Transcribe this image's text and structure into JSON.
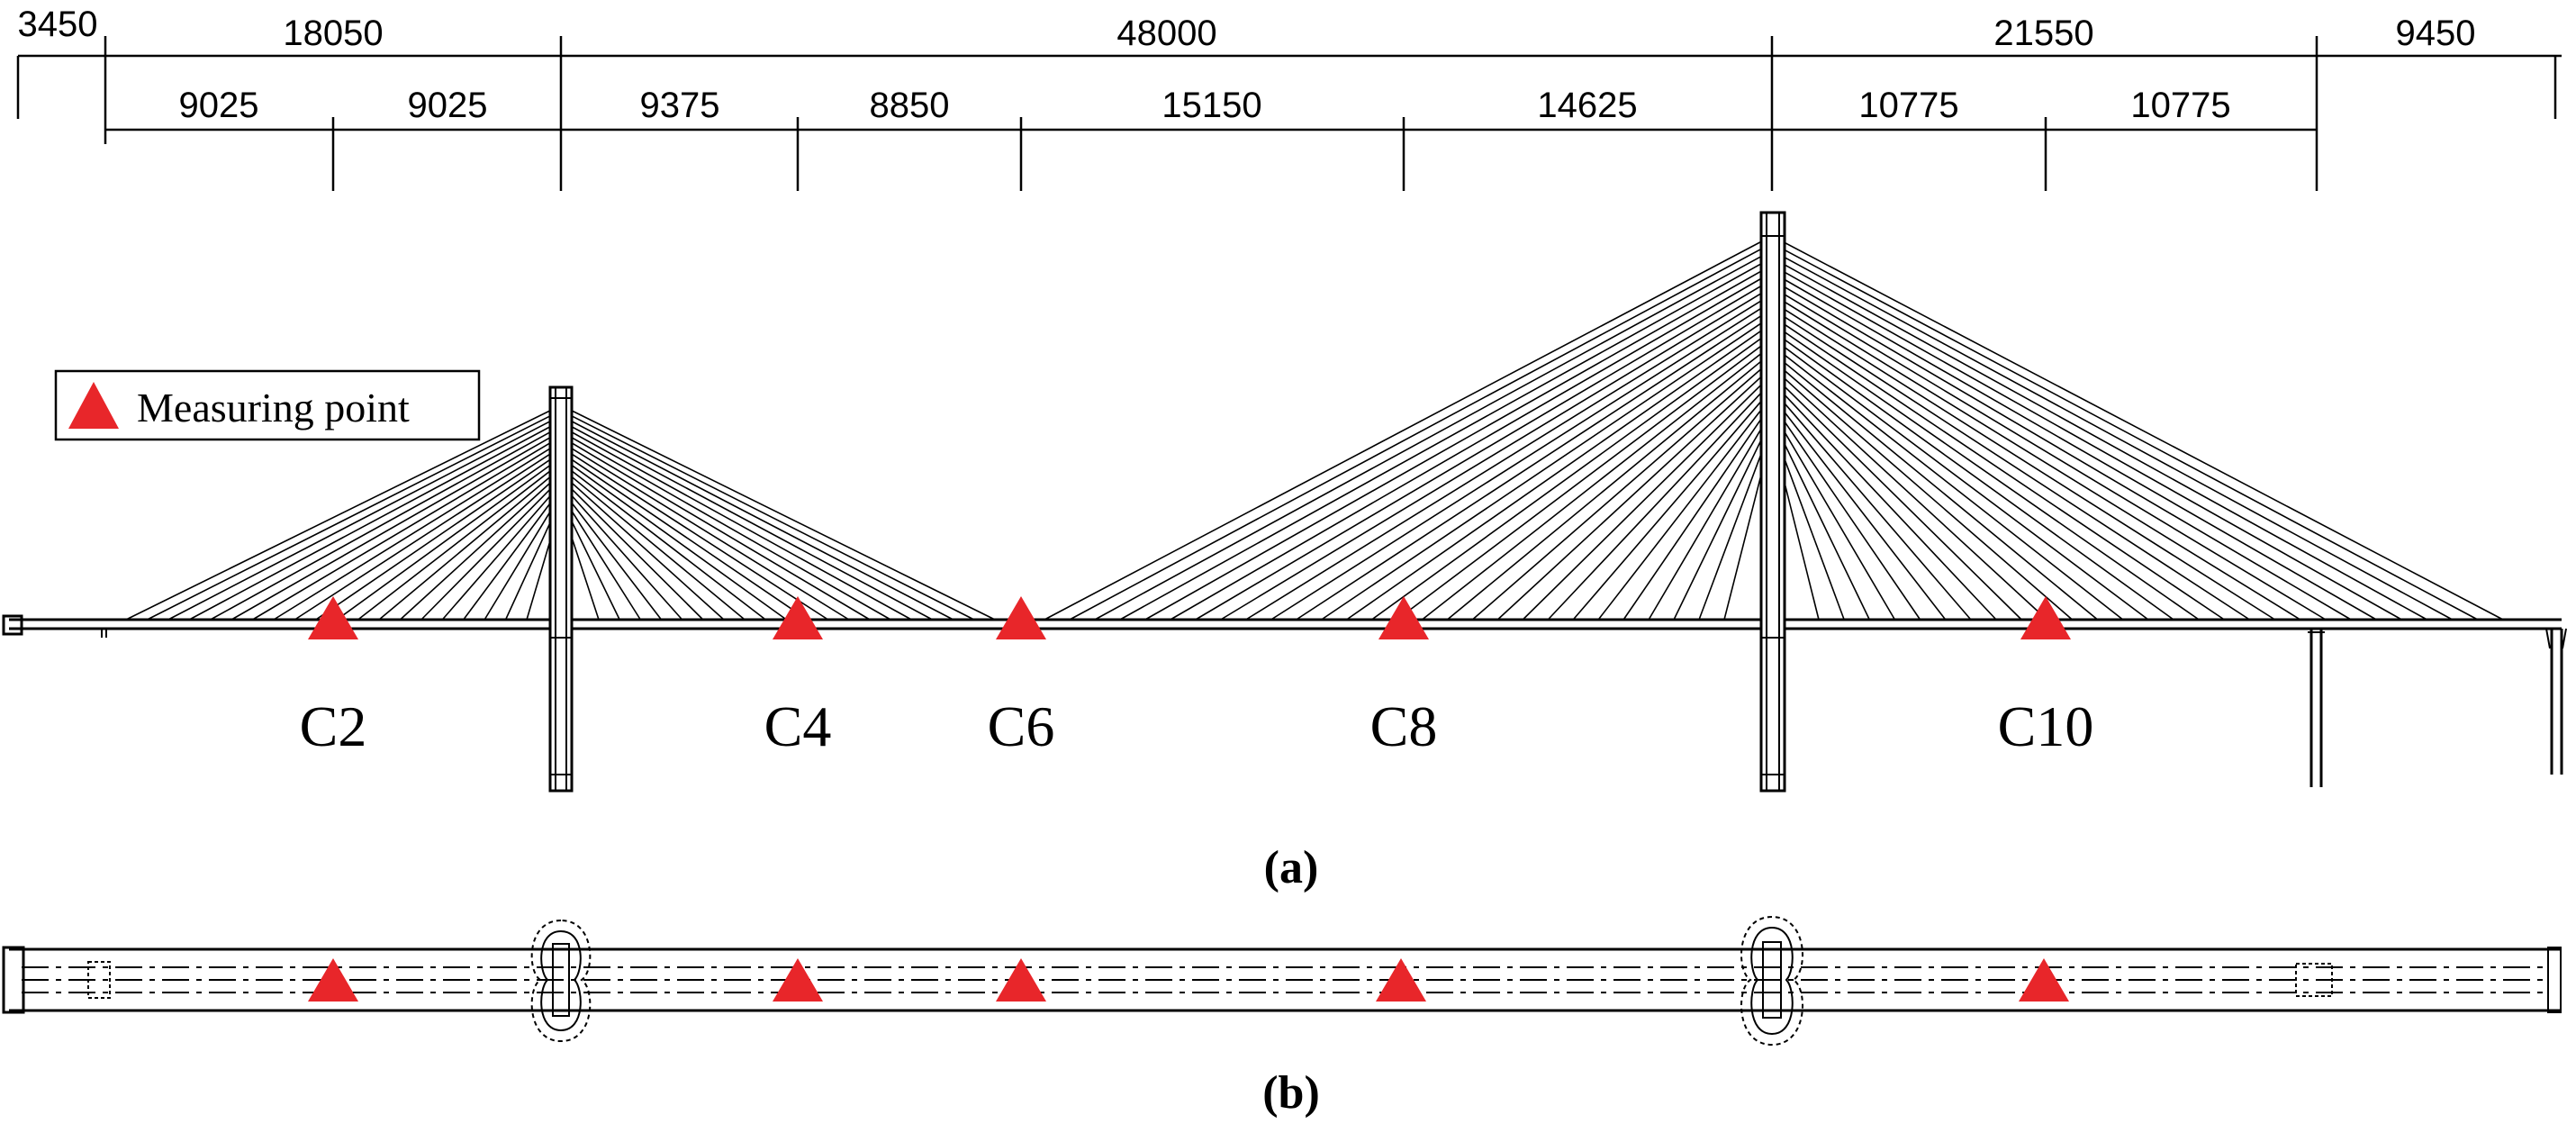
{
  "dimensions": {
    "top_row": [
      "3450",
      "18050",
      "48000",
      "21550",
      "9450"
    ],
    "second_row": [
      "9025",
      "9025",
      "9375",
      "8850",
      "15150",
      "14625",
      "10775",
      "10775"
    ]
  },
  "legend": {
    "label": "Measuring point",
    "marker_color": "#E8262A"
  },
  "measuring_points": [
    "C2",
    "C4",
    "C6",
    "C8",
    "C10"
  ],
  "captions": {
    "elevation": "(a)",
    "plan": "(b)"
  },
  "colors": {
    "marker": "#E8262A",
    "line": "#000000"
  }
}
